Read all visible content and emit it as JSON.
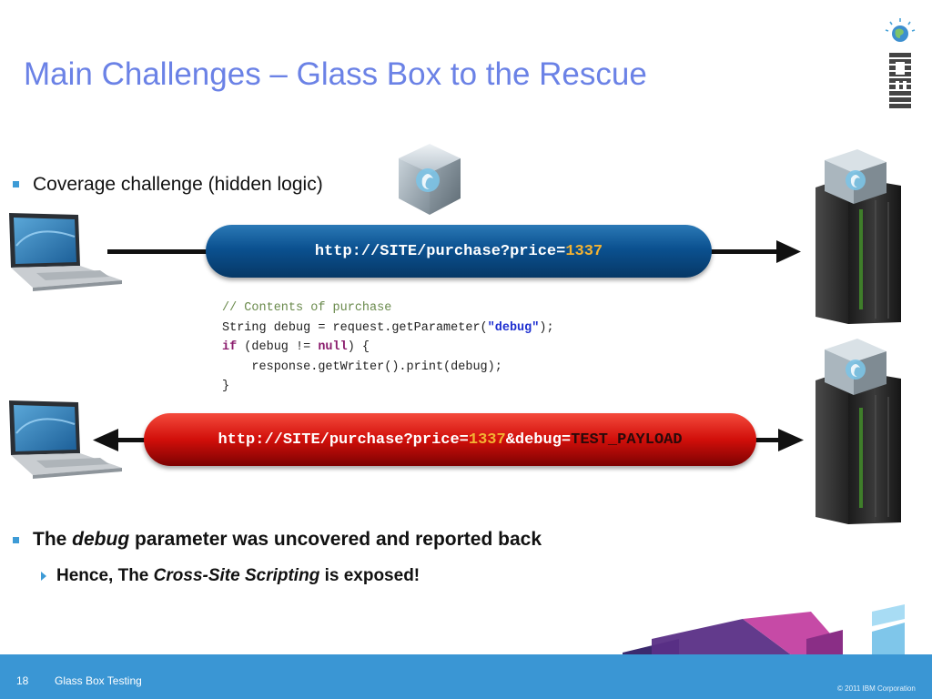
{
  "slide": {
    "title": "Main Challenges – Glass Box to the Rescue",
    "logo_text": "IBM"
  },
  "bullets": {
    "coverage": "Coverage challenge (hidden logic)",
    "debug_prefix": "The ",
    "debug_word": "debug",
    "debug_suffix": " parameter was uncovered and reported back",
    "sub_prefix": "Hence, The ",
    "sub_em": "Cross-Site Scripting",
    "sub_suffix": " is exposed!"
  },
  "requests": {
    "first_base": "http://SITE/purchase?price=",
    "first_value": "1337",
    "second_base": "http://SITE/purchase?price=",
    "second_value": "1337",
    "second_param": "&debug=",
    "second_payload": "TEST_PAYLOAD"
  },
  "code": {
    "comment": "// Contents of purchase",
    "l2_a": "String debug = request.getParameter(",
    "l2_str": "\"debug\"",
    "l2_b": ");",
    "l3_kw1": "if",
    "l3_a": " (debug != ",
    "l3_kw2": "null",
    "l3_b": ") {",
    "l4": "    response.getWriter().print(debug);",
    "l5": "}"
  },
  "footer": {
    "page_number": "18",
    "title": "Glass Box Testing",
    "copyright": "© 2011 IBM Corporation"
  },
  "colors": {
    "title": "#6b82e6",
    "footer": "#3a96d4",
    "request_blue": "#0b5190",
    "request_red": "#d10f0a",
    "highlight": "#f2b233"
  }
}
